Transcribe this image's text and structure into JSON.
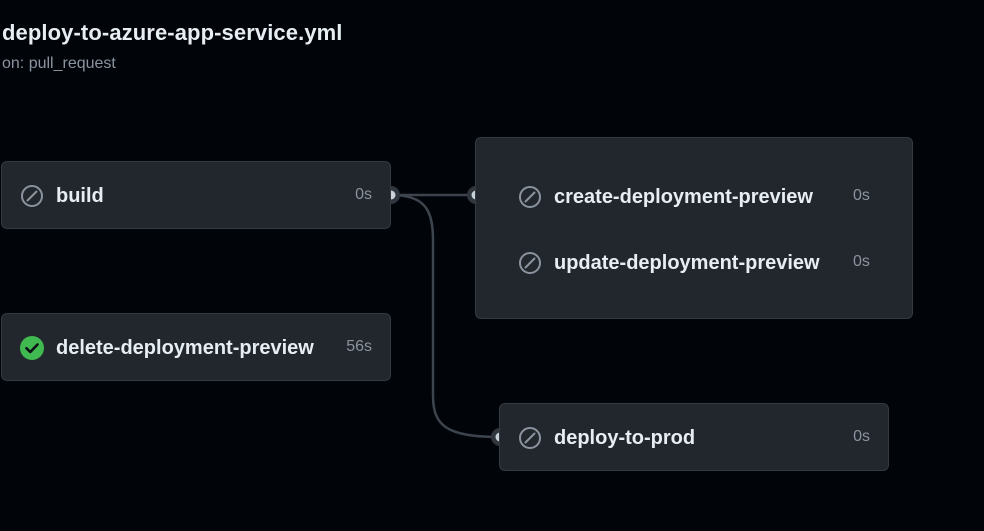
{
  "workflow": {
    "title": "deploy-to-azure-app-service.yml",
    "trigger": "on: pull_request"
  },
  "jobs": {
    "build": {
      "name": "build",
      "duration": "0s",
      "status": "skipped"
    },
    "delete_preview": {
      "name": "delete-deployment-preview",
      "duration": "56s",
      "status": "success"
    },
    "create_preview": {
      "name": "create-deployment-preview",
      "duration": "0s",
      "status": "skipped"
    },
    "update_preview": {
      "name": "update-deployment-preview",
      "duration": "0s",
      "status": "skipped"
    },
    "deploy_prod": {
      "name": "deploy-to-prod",
      "duration": "0s",
      "status": "skipped"
    }
  },
  "icons": {
    "skipped": "skipped-icon",
    "success": "check-circle-icon"
  },
  "colors": {
    "background": "#010409",
    "card": "#22262d",
    "card_border": "#343a43",
    "success": "#3fb950",
    "muted": "#8b949e",
    "connector": "#3d444d"
  }
}
